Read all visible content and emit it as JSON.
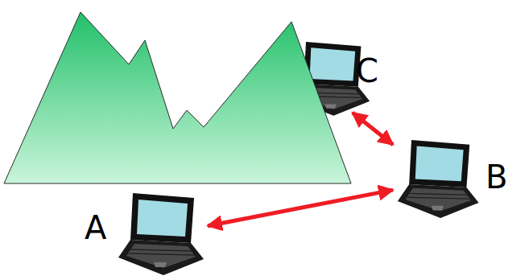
{
  "diagram": {
    "nodes": [
      {
        "text": [
          "A"
        ]
      },
      {
        "text": [
          "B"
        ]
      },
      {
        "text": [
          "C"
        ]
      }
    ],
    "edges": [
      {
        "from": 0,
        "to": 1,
        "arrow": "both"
      },
      {
        "from": 2,
        "to": 1,
        "arrow": "both"
      }
    ]
  }
}
